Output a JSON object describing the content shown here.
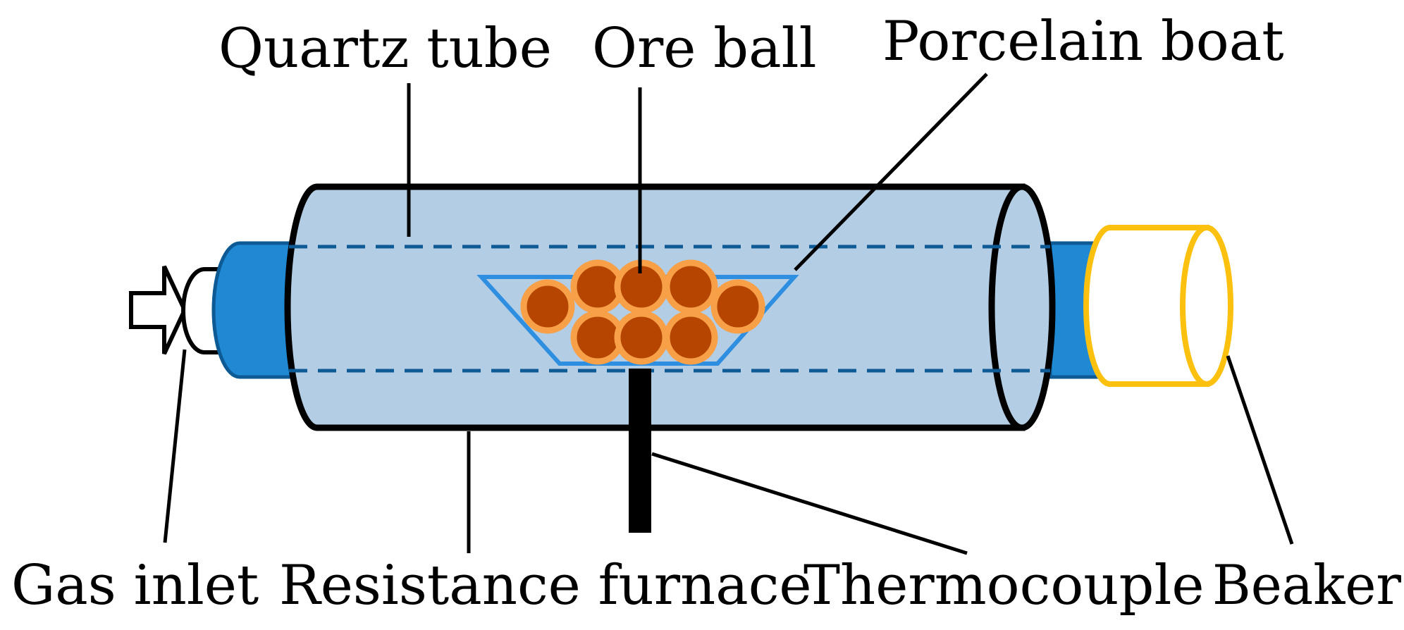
{
  "labels": {
    "quartz_tube": "Quartz tube",
    "ore_ball": "Ore ball",
    "porcelain_boat": "Porcelain boat",
    "gas_inlet": "Gas inlet",
    "resistance_furnace": "Resistance furnace",
    "thermocouple": "Thermocouple",
    "beaker": "Beaker"
  },
  "colors": {
    "furnace_fill": "#b3cde4",
    "outline": "#000000",
    "pipe_blue": "#1f89d4",
    "pipe_edge": "#0d5a95",
    "dashed_line": "#0d5a95",
    "boat_outline": "#2e8ee0",
    "ore_fill": "#b54500",
    "ore_ring": "#f7a048",
    "beaker_outline": "#fcc00f",
    "thermocouple": "#000000"
  },
  "ore_ball_count": 8
}
